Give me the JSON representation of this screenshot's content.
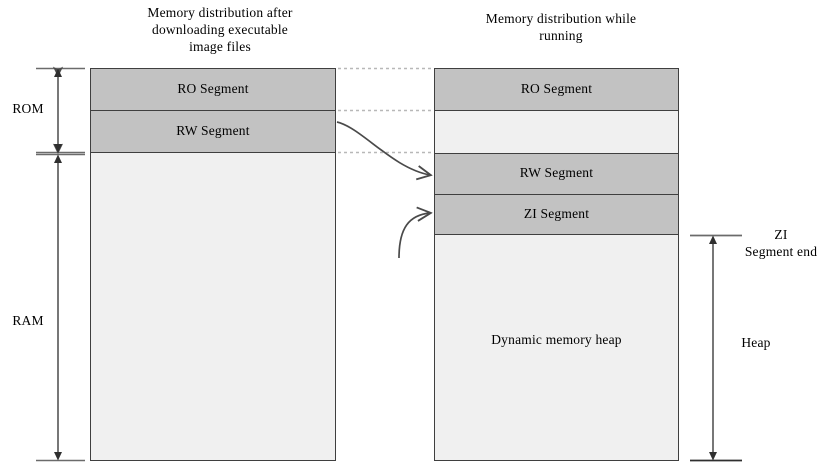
{
  "diagram": {
    "titles": {
      "left": [
        "Memory distribution after",
        "downloading executable",
        "image files"
      ],
      "right": [
        "Memory distribution while",
        "running"
      ]
    },
    "left_column": {
      "segments": [
        {
          "label": "RO Segment",
          "fill": "#c2c2c2"
        },
        {
          "label": "RW Segment",
          "fill": "#c2c2c2"
        },
        {
          "label": "",
          "fill": "#f0f0f0"
        }
      ]
    },
    "right_column": {
      "segments": [
        {
          "label": "RO Segment",
          "fill": "#c2c2c2"
        },
        {
          "label": "",
          "fill": "#f0f0f0"
        },
        {
          "label": "RW Segment",
          "fill": "#c2c2c2"
        },
        {
          "label": "ZI Segment",
          "fill": "#c2c2c2"
        },
        {
          "label": "Dynamic memory heap",
          "fill": "#f0f0f0"
        }
      ]
    },
    "left_axis": {
      "rom_label": "ROM",
      "ram_label": "RAM"
    },
    "right_axis": {
      "zi_end_line1": "ZI",
      "zi_end_line2": "Segment end",
      "heap_label": "Heap"
    },
    "colors": {
      "segment_gray": "#c2c2c2",
      "segment_light": "#f0f0f0",
      "border": "#3f3f3f",
      "arrow": "#4a4a4a",
      "dotted": "#b8b8b8",
      "text": "#000000"
    }
  }
}
